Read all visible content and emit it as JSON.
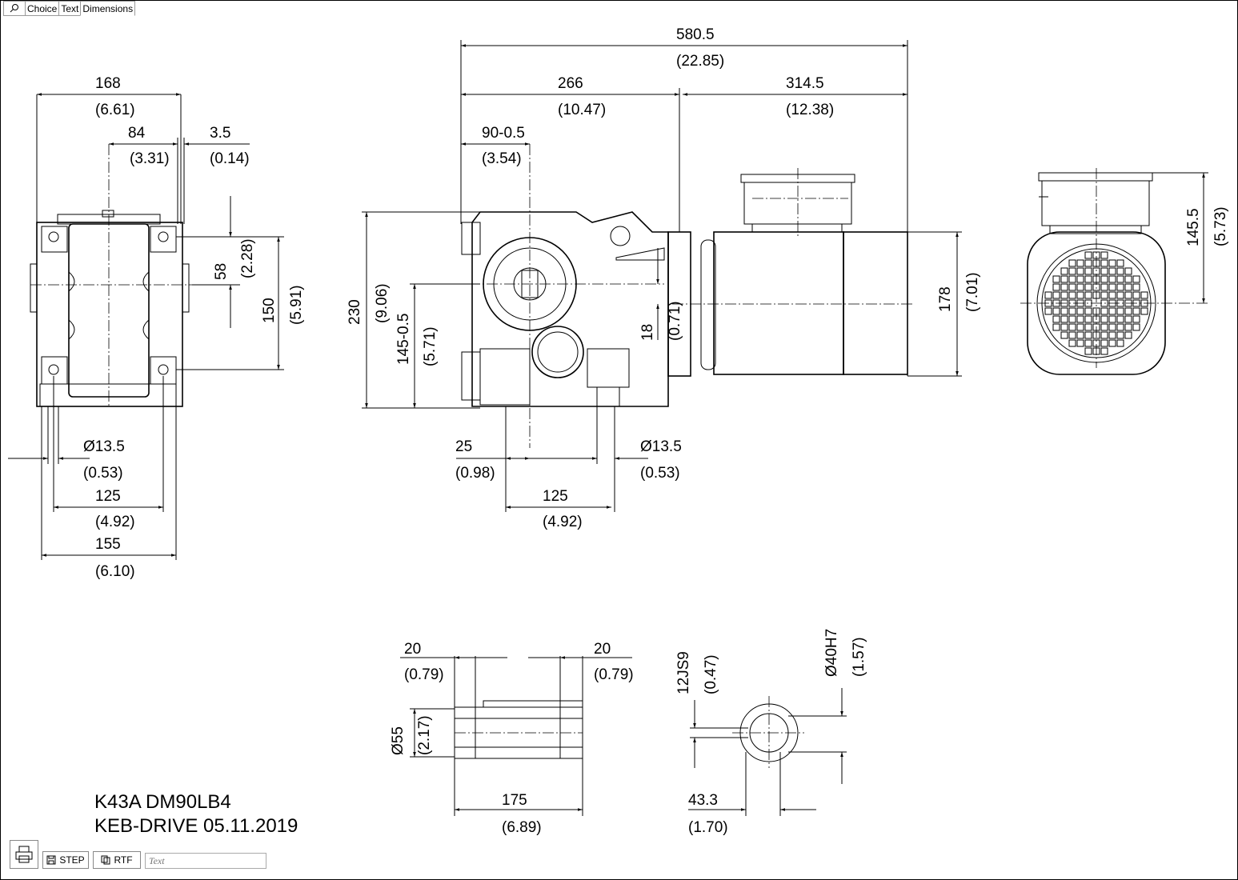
{
  "tabs": {
    "search_icon": "magnifier-icon",
    "choice": "Choice",
    "text": "Text",
    "dimensions": "Dimensions"
  },
  "dims": {
    "side_168": "168",
    "side_168_in": "(6.61)",
    "side_84": "84",
    "side_84_in": "(3.31)",
    "side_3_5": "3.5",
    "side_3_5_in": "(0.14)",
    "side_58": "58",
    "side_58_in": "(2.28)",
    "side_150": "150",
    "side_150_in": "(5.91)",
    "side_d13_5": "Ø13.5",
    "side_d13_5_in": "(0.53)",
    "side_125": "125",
    "side_125_in": "(4.92)",
    "side_155": "155",
    "side_155_in": "(6.10)",
    "front_580_5": "580.5",
    "front_580_5_in": "(22.85)",
    "front_266": "266",
    "front_266_in": "(10.47)",
    "front_314_5": "314.5",
    "front_314_5_in": "(12.38)",
    "front_90": "90-0.5",
    "front_90_in": "(3.54)",
    "front_230": "230",
    "front_230_in": "(9.06)",
    "front_145": "145-0.5",
    "front_145_in": "(5.71)",
    "front_18": "18",
    "front_18_in": "(0.71)",
    "front_178": "178",
    "front_178_in": "(7.01)",
    "front_25": "25",
    "front_25_in": "(0.98)",
    "front_d13_5": "Ø13.5",
    "front_d13_5_in": "(0.53)",
    "front_125": "125",
    "front_125_in": "(4.92)",
    "motor_145_5": "145.5",
    "motor_145_5_in": "(5.73)",
    "shaft_20a": "20",
    "shaft_20a_in": "(0.79)",
    "shaft_20b": "20",
    "shaft_20b_in": "(0.79)",
    "shaft_d55": "Ø55",
    "shaft_d55_in": "(2.17)",
    "shaft_175": "175",
    "shaft_175_in": "(6.89)",
    "bore_12js9": "12JS9",
    "bore_12js9_in": "(0.47)",
    "bore_d40h7": "Ø40H7",
    "bore_d40h7_in": "(1.57)",
    "bore_43_3": "43.3",
    "bore_43_3_in": "(1.70)"
  },
  "title": {
    "model": "K43A DM90LB4",
    "maker_date": "KEB-DRIVE 05.11.2019"
  },
  "bottom": {
    "print_icon": "printer-icon",
    "step": "STEP",
    "rtf": "RTF",
    "text_placeholder": "Text"
  }
}
